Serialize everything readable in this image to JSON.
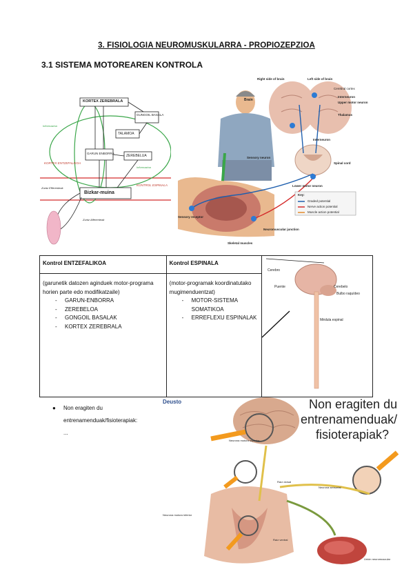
{
  "heading": "3. FISIOLOGIA NEUROMUSKULARRA - PROPIOZEPZIOA",
  "subheading": "3.1 SISTEMA MOTOREAREN KONTROLA",
  "left_diagram": {
    "cortex": "KORTEX ZEREBRALA",
    "basal": "GUNGOIL BASALA",
    "thalamus": "TALAMOA",
    "trunk": "GARUN ENBORRA",
    "cerebellum": "ZEREBELUA",
    "spinal": "Bizkar-muina",
    "kortex_entzefalikoa": "KORTEX ENTZEFALIKOA",
    "kontrol_espinala": "KONTROL ESPINALA",
    "aux1": "Informazioa",
    "aux2": "Informazioa",
    "aux3": "Zuntz Efferenteak",
    "aux4": "Zuntz Afferenteak"
  },
  "right_diagram": {
    "right_side": "Right side of brain",
    "left_side": "Left side of brain",
    "brain": "Brain",
    "cortex": "Cerebral cortex",
    "interneuron": "Interneuron",
    "upper": "Upper motor neuron",
    "thalamus": "Thalamus",
    "interneuron2": "Interneuron",
    "sensory": "Sensory neuron",
    "spinal": "Spinal cord",
    "lower": "Lower motor neuron",
    "key": "Key:",
    "graded": "Graded potential",
    "nerve": "Nerve action potential",
    "muscle": "Muscle action potential",
    "receptor": "Sensory receptor",
    "nmj": "Neuromuscular junction",
    "skeletal": "Skeletal muscles"
  },
  "table": {
    "col1_head": "Kontrol ENTZEFALIKOA",
    "col2_head": "Kontrol ESPINALA",
    "col1_intro": "(garunetik datozen aginduek motor-programa horien parte edo modifikatzaile)",
    "col1_items": [
      "GARUN-ENBORRA",
      "ZEREBELOA",
      "GONGOIL BASALAK",
      "KORTEX ZEREBRALA"
    ],
    "col2_intro": "(motor-programak koordinatutako mugimenduentzat)",
    "col2_items": [
      "MOTOR-SISTEMA SOMATIKOA",
      "ERREFLEXU ESPINALAK"
    ],
    "fig_labels": {
      "cerebro": "Cerebro",
      "puente": "Puente",
      "cerebelo": "Cerebelo",
      "bulbo": "Bulbo raquídeo",
      "medula": "Médula espinal"
    }
  },
  "bullet": {
    "line1": "Non eragiten du",
    "line2": "entrenamenduak/fisioterapiak:",
    "line3": "..."
  },
  "bottom_image": {
    "logo": "Deusto",
    "title1": "Non eragiten du",
    "title2": "entrenamenduak/",
    "title3": "fisioterapiak?",
    "lbl1": "Neurona motora superior",
    "lbl2": "Neurona motora inferior",
    "lbl3": "Raíz dorsal",
    "lbl4": "Neurona sensorial",
    "lbl5": "Raíz ventral",
    "lbl6": "Unión neuromuscular"
  }
}
